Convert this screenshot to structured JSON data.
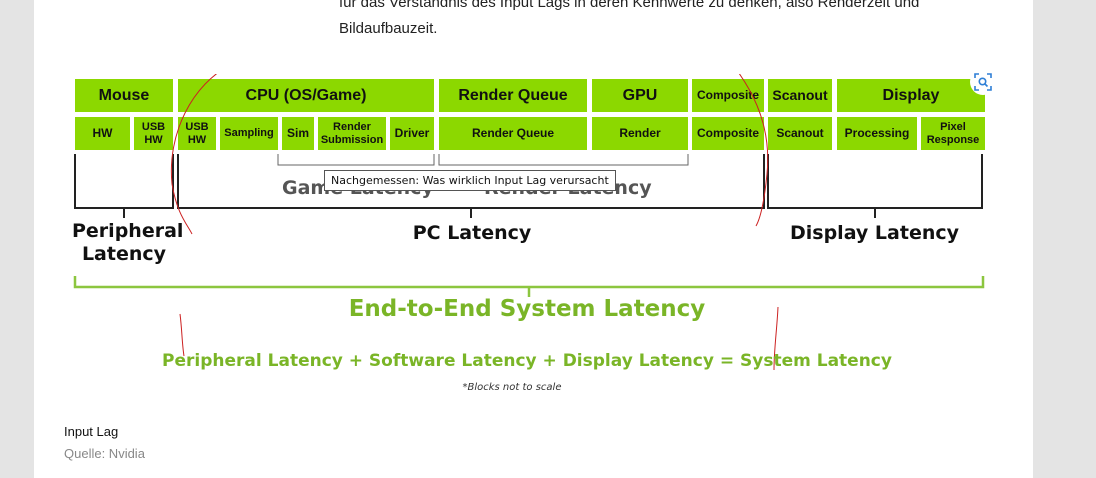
{
  "article": {
    "intro_line1": "für das Verständnis des Input Lags in deren Kennwerte zu denken, also Renderzeit und",
    "intro_line2": "Bildaufbauzeit.",
    "caption": "Input Lag",
    "source": "Quelle: Nvidia"
  },
  "figure": {
    "top_blocks": [
      "Mouse",
      "CPU (OS/Game)",
      "Render Queue",
      "GPU",
      "Composite",
      "Scanout",
      "Display"
    ],
    "sub_blocks": [
      "HW",
      "USB HW",
      "USB HW",
      "Sampling",
      "Sim",
      "Render Submission",
      "Driver",
      "Render Queue",
      "Render",
      "Composite",
      "Scanout",
      "Processing",
      "Pixel Response"
    ],
    "ghost_left": "Game Latency",
    "ghost_right": "Render Latency",
    "peripheral_latency": "Peripheral Latency",
    "pc_latency": "PC Latency",
    "display_latency": "Display Latency",
    "end_to_end": "End-to-End System Latency",
    "formula": "Peripheral Latency + Software Latency + Display Latency = System Latency",
    "note": "*Blocks not to scale",
    "tooltip": "Nachgemessen: Was wirklich Input Lag verursacht",
    "colors": {
      "block": "#8cd800",
      "accent": "#7ab527",
      "annotation": "#cc2222"
    }
  },
  "icons": {
    "lens": "visual-search-icon"
  }
}
